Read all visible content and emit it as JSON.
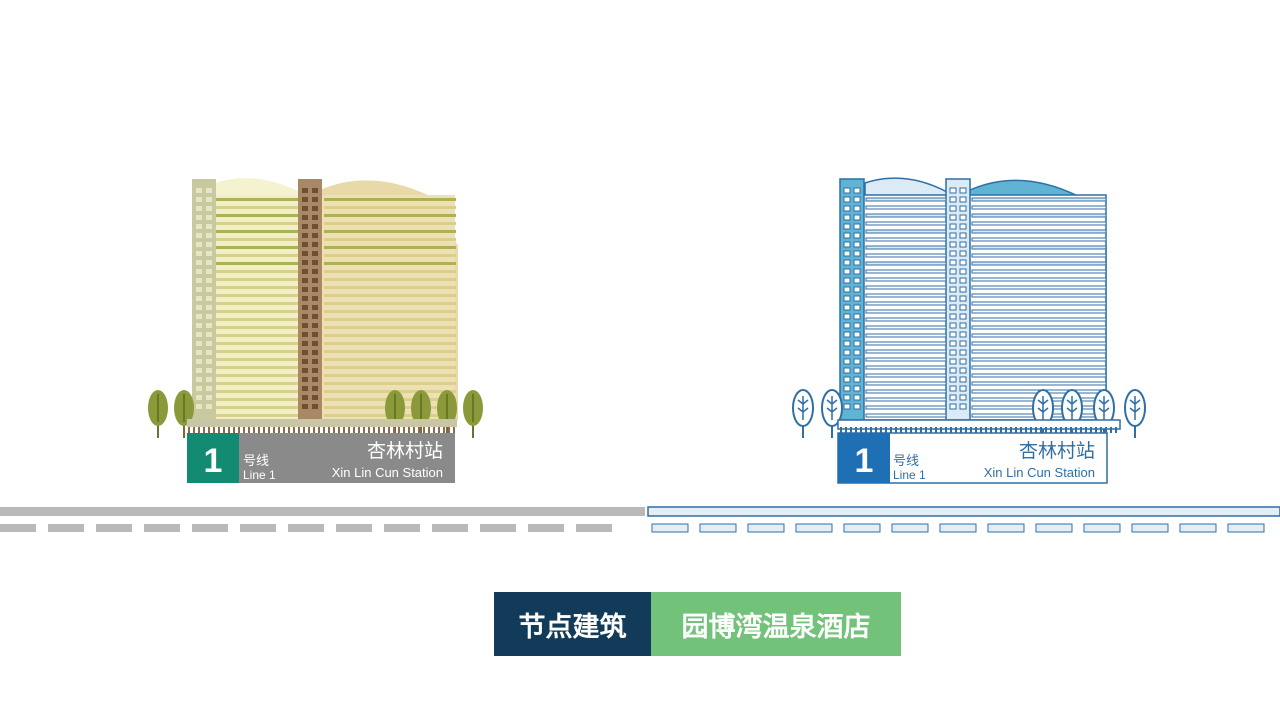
{
  "colors": {
    "accent_teal": "#138a72",
    "accent_blue": "#1f6fb5",
    "caption_dark": "#123b59",
    "caption_green": "#72c27a",
    "track_gray": "#b9b9b9",
    "track_blue": "#2f6fa5"
  },
  "left_sign": {
    "line_number": "1",
    "line_cn": "号线",
    "line_en": "Line 1",
    "station_cn": "杏林村站",
    "station_en": "Xin Lin Cun Station"
  },
  "right_sign": {
    "line_number": "1",
    "line_cn": "号线",
    "line_en": "Line 1",
    "station_cn": "杏林村站",
    "station_en": "Xin Lin Cun Station"
  },
  "caption": {
    "label": "节点建筑",
    "name": "园博湾温泉酒店"
  }
}
